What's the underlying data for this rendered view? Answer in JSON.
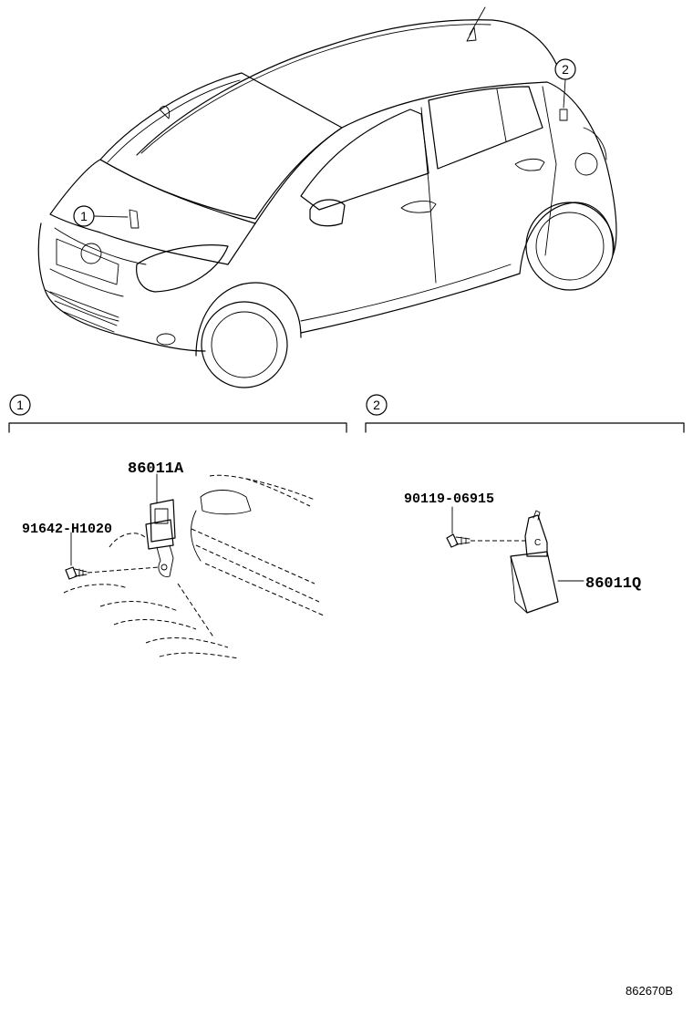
{
  "callouts": {
    "c1": "1",
    "c2": "2"
  },
  "sections": {
    "s1": "1",
    "s2": "2"
  },
  "parts": {
    "relay_a": "86011A",
    "bolt_1": "91642-H1020",
    "bolt_2": "90119-06915",
    "relay_q": "86011Q"
  },
  "diagram_code": "862670B"
}
